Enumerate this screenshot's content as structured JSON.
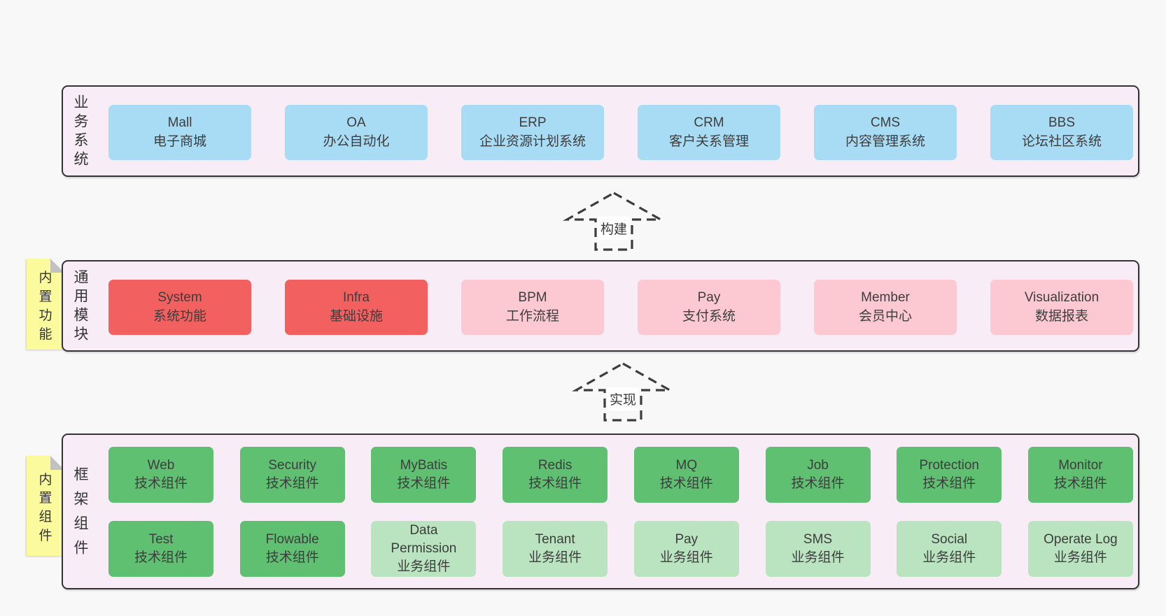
{
  "colors": {
    "bg": "#f8f8f8",
    "layer_bg": "#f8edf6",
    "border": "#333333",
    "text": "#3d3d3d",
    "blue": "#a8dcf5",
    "red": "#f2615f",
    "pink": "#fcc9d3",
    "green": "#5fc072",
    "light_green": "#bae4c0",
    "yellow": "#fbfa9d",
    "fold": "#c2c2c2",
    "arrow": "#3d3d3d",
    "label_bg": "#ffffff"
  },
  "layers": [
    {
      "label": "业务系统",
      "boxes": [
        {
          "name": "Mall",
          "desc": "电子商城",
          "variant": "blue"
        },
        {
          "name": "OA",
          "desc": "办公自动化",
          "variant": "blue"
        },
        {
          "name": "ERP",
          "desc": "企业资源计划系统",
          "variant": "blue"
        },
        {
          "name": "CRM",
          "desc": "客户关系管理",
          "variant": "blue"
        },
        {
          "name": "CMS",
          "desc": "内容管理系统",
          "variant": "blue"
        },
        {
          "name": "BBS",
          "desc": "论坛社区系统",
          "variant": "blue"
        }
      ]
    },
    {
      "label": "通用模块",
      "tab": "内置功能",
      "boxes": [
        {
          "name": "System",
          "desc": "系统功能",
          "variant": "red"
        },
        {
          "name": "Infra",
          "desc": "基础设施",
          "variant": "red"
        },
        {
          "name": "BPM",
          "desc": "工作流程",
          "variant": "pink"
        },
        {
          "name": "Pay",
          "desc": "支付系统",
          "variant": "pink"
        },
        {
          "name": "Member",
          "desc": "会员中心",
          "variant": "pink"
        },
        {
          "name": "Visualization",
          "desc": "数据报表",
          "variant": "pink"
        }
      ]
    },
    {
      "label": "框架组件",
      "tab": "内置组件",
      "rows": [
        [
          {
            "name": "Web",
            "desc": "技术组件",
            "variant": "green"
          },
          {
            "name": "Security",
            "desc": "技术组件",
            "variant": "green"
          },
          {
            "name": "MyBatis",
            "desc": "技术组件",
            "variant": "green"
          },
          {
            "name": "Redis",
            "desc": "技术组件",
            "variant": "green"
          },
          {
            "name": "MQ",
            "desc": "技术组件",
            "variant": "green"
          },
          {
            "name": "Job",
            "desc": "技术组件",
            "variant": "green"
          },
          {
            "name": "Protection",
            "desc": "技术组件",
            "variant": "green"
          },
          {
            "name": "Monitor",
            "desc": "技术组件",
            "variant": "green"
          }
        ],
        [
          {
            "name": "Test",
            "desc": "技术组件",
            "variant": "green"
          },
          {
            "name": "Flowable",
            "desc": "技术组件",
            "variant": "green"
          },
          {
            "name": "Data Permission",
            "desc": "业务组件",
            "variant": "lightgreen"
          },
          {
            "name": "Tenant",
            "desc": "业务组件",
            "variant": "lightgreen"
          },
          {
            "name": "Pay",
            "desc": "业务组件",
            "variant": "lightgreen"
          },
          {
            "name": "SMS",
            "desc": "业务组件",
            "variant": "lightgreen"
          },
          {
            "name": "Social",
            "desc": "业务组件",
            "variant": "lightgreen"
          },
          {
            "name": "Operate Log",
            "desc": "业务组件",
            "variant": "lightgreen"
          }
        ]
      ]
    }
  ],
  "arrows": [
    {
      "label": "构建"
    },
    {
      "label": "实现"
    }
  ]
}
